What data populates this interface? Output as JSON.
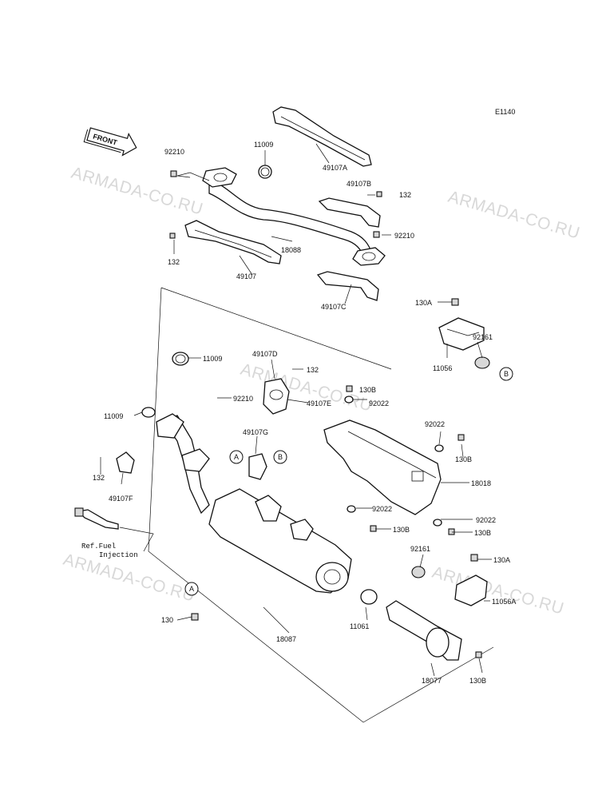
{
  "diagram_code": "E1140",
  "front_arrow": "FRONT",
  "watermark": "ARMADA-CO.RU",
  "reference_note": {
    "line1": "Ref.Fuel",
    "line2": "Injection"
  },
  "callout_letters": [
    "A",
    "B"
  ],
  "part_labels": {
    "p11009_top": "11009",
    "p92210_topleft": "92210",
    "p49107A": "49107A",
    "p49107B": "49107B",
    "p132_top": "132",
    "p92210_right": "92210",
    "p18088": "18088",
    "p132_left": "132",
    "p49107": "49107",
    "p49107C": "49107C",
    "p130A_top": "130A",
    "p92161_top": "92161",
    "p11056": "11056",
    "p11009_mid": "11009",
    "p49107D": "49107D",
    "p132_mid": "132",
    "p92210_mid": "92210",
    "p49107E": "49107E",
    "p130B_mid": "130B",
    "p92022_mid": "92022",
    "p11009_left": "11009",
    "p49107G": "49107G",
    "p92022_right": "92022",
    "p130B_right": "130B",
    "p132_low": "132",
    "p49107F": "49107F",
    "p18018": "18018",
    "p92022_low": "92022",
    "p92022_lowright": "92022",
    "p130B_low": "130B",
    "p130B_lowright": "130B",
    "p92161_low": "92161",
    "p130A_low": "130A",
    "p11056A": "11056A",
    "p130_bottom": "130",
    "p11061": "11061",
    "p18087": "18087",
    "p18077": "18077",
    "p130B_bottom": "130B"
  }
}
